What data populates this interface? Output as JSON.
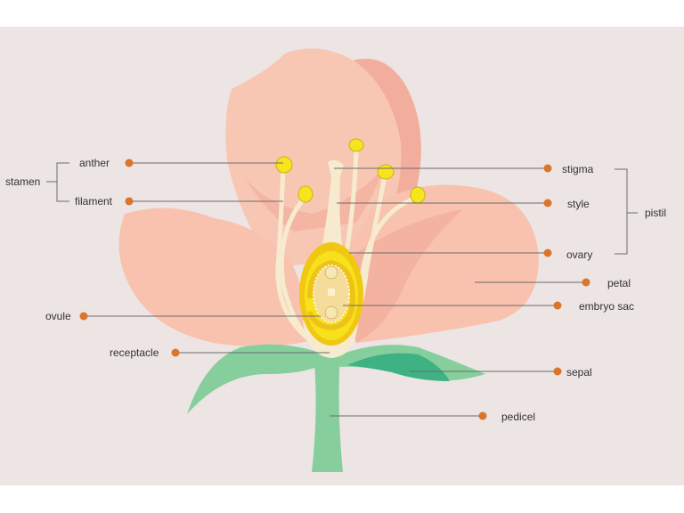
{
  "title": "Flower structure diagram",
  "groups": {
    "stamen": "stamen",
    "pistil": "pistil"
  },
  "labels": {
    "anther": "anther",
    "filament": "filament",
    "stigma": "stigma",
    "style": "style",
    "ovary": "ovary",
    "petal": "petal",
    "embryo_sac": "embryo sac",
    "ovule": "ovule",
    "receptacle": "receptacle",
    "sepal": "sepal",
    "pedicel": "pedicel"
  },
  "colors": {
    "background": "#ede4e4",
    "petal": "#f8c7b3",
    "petal_dark": "#f2ad9c",
    "stem": "#86cf9c",
    "sepal_dark": "#3fb283",
    "ovary": "#f7e11a",
    "anther": "#f6e41e",
    "filament": "#f7ebcf",
    "leader_dot": "#d9752c"
  }
}
